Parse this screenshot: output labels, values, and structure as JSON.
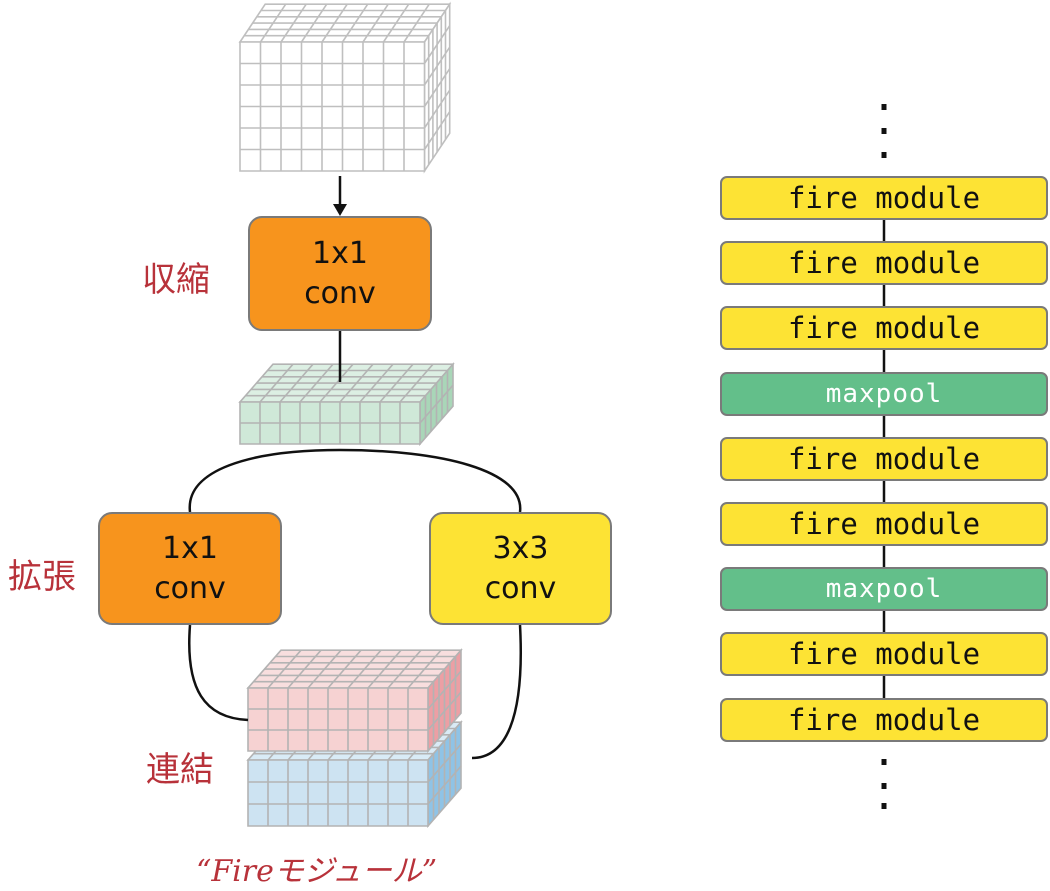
{
  "fire_module": {
    "squeeze_label": "収縮",
    "expand_label": "拡張",
    "concat_label": "連結",
    "squeeze_conv": {
      "line1": "1x1",
      "line2": "conv"
    },
    "expand_left_conv": {
      "line1": "1x1",
      "line2": "conv"
    },
    "expand_right_conv": {
      "line1": "3x3",
      "line2": "conv"
    },
    "caption": "“Fireモジュール”"
  },
  "network_stack": {
    "items": [
      {
        "label": "fire module",
        "kind": "fire"
      },
      {
        "label": "fire module",
        "kind": "fire"
      },
      {
        "label": "fire module",
        "kind": "fire"
      },
      {
        "label": "maxpool",
        "kind": "pool"
      },
      {
        "label": "fire module",
        "kind": "fire"
      },
      {
        "label": "fire module",
        "kind": "fire"
      },
      {
        "label": "maxpool",
        "kind": "pool"
      },
      {
        "label": "fire module",
        "kind": "fire"
      },
      {
        "label": "fire module",
        "kind": "fire"
      }
    ]
  },
  "colors": {
    "orange": "#f7941d",
    "yellow": "#fde334",
    "green": "#63bf8a",
    "red_label": "#b8323a",
    "input_cube": "#ffffff",
    "squeeze_cube": "#cfe8d8",
    "expand_left_cube": "#f6d2d2",
    "expand_right_cube": "#cde3f2"
  }
}
